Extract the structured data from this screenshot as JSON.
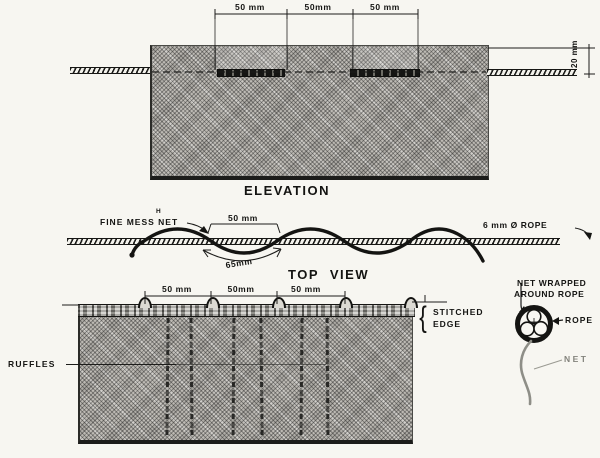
{
  "drawing": {
    "type": "technical-diagram",
    "subject": "Ruffled fine-mesh net stitched to a rope",
    "colors": {
      "ink": "#1b1b19",
      "paper": "#f7f6f1",
      "net_gray": "#8e8e87",
      "hatch_gray": "#bdbab4"
    }
  },
  "elevation": {
    "title": "ELEVATION",
    "top_dims": [
      {
        "label": "50 mm"
      },
      {
        "label": "50mm"
      },
      {
        "label": "50 mm"
      }
    ],
    "side_dim": "20 mm"
  },
  "top_view": {
    "title": "TOP VIEW",
    "net_label": "FINE MESS NET",
    "net_label_correction": "H",
    "chord_dim": "50 mm",
    "arc_dim": "65mm",
    "rope_label": "6 mm Ø ROPE"
  },
  "bottom_view": {
    "dims": [
      {
        "label": "50 mm"
      },
      {
        "label": "50mm"
      },
      {
        "label": "50 mm"
      }
    ],
    "ruffles_label": "RUFFLES",
    "stitched_line1": "STITCHED",
    "stitched_line2": "EDGE",
    "brace_glyph": "{"
  },
  "detail": {
    "wrapped_line1": "NET WRAPPED",
    "wrapped_line2": "AROUND ROPE",
    "rope_label": "ROPE",
    "net_label": "NET"
  }
}
